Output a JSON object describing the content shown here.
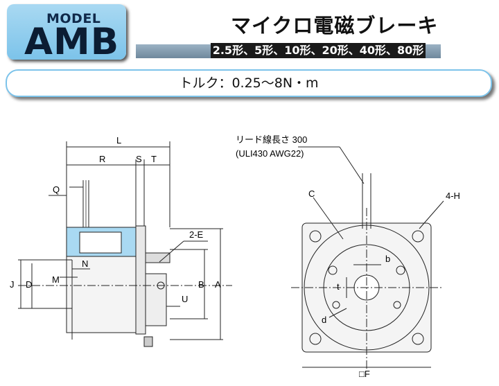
{
  "header": {
    "model_label": "MODEL",
    "model_code": "AMB",
    "title": "マイクロ電磁ブレーキ",
    "sizes": "2.5形、5形、10形、20形、40形、80形",
    "torque": "トルク：0.25～8N・m"
  },
  "side_view": {
    "dim_L": "L",
    "dim_R": "R",
    "dim_S": "S",
    "dim_T": "T",
    "dim_Q": "Q",
    "dim_2E": "2-E",
    "dim_N": "N",
    "dim_M": "M",
    "dim_J": "J",
    "dim_D": "D",
    "dim_U": "U",
    "dim_B": "B",
    "dim_A": "A"
  },
  "front_view": {
    "lead_label_1": "リード線長さ 300",
    "lead_label_2": "(ULI430 AWG22)",
    "dim_C": "C",
    "dim_4H": "4-H",
    "dim_b": "b",
    "dim_t": "t",
    "dim_d": "d",
    "dim_F": "□F"
  },
  "colors": {
    "model_bg": "#7cc3ea",
    "coil_fill": "#a9d9f2",
    "title_bar": "#1a1a1a"
  }
}
